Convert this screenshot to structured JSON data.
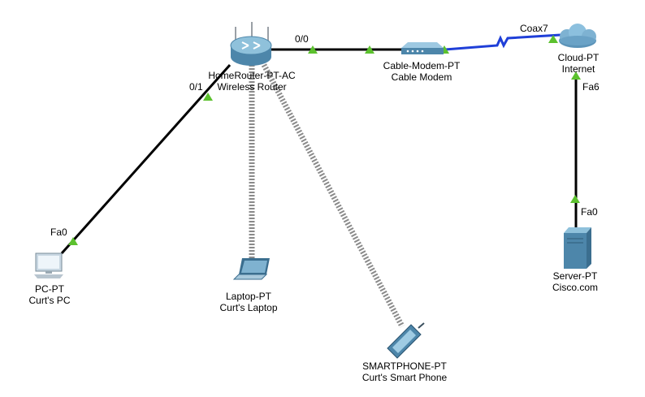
{
  "colors": {
    "copper": "#000000",
    "coax": "#1f3fd8",
    "wireless": "#8a8a8a",
    "port_up": "#5cc12e",
    "device_blue": "#4e86a8",
    "background": "#ffffff"
  },
  "devices": {
    "router": {
      "model": "HomeRouter-PT-AC",
      "name": "Wireless Router",
      "icon": "router-icon"
    },
    "modem": {
      "model": "Cable-Modem-PT",
      "name": "Cable Modem",
      "icon": "cable-modem-icon"
    },
    "cloud": {
      "model": "Cloud-PT",
      "name": "Internet",
      "icon": "cloud-icon"
    },
    "pc": {
      "model": "PC-PT",
      "name": "Curt's PC",
      "icon": "pc-icon"
    },
    "laptop": {
      "model": "Laptop-PT",
      "name": "Curt's Laptop",
      "icon": "laptop-icon"
    },
    "phone": {
      "model": "SMARTPHONE-PT",
      "name": "Curt's Smart Phone",
      "icon": "smartphone-icon"
    },
    "server": {
      "model": "Server-PT",
      "name": "Cisco.com",
      "icon": "server-icon"
    }
  },
  "ports": {
    "router_wan": "0/0",
    "router_lan": "0/1",
    "pc": "Fa0",
    "cloud_coax": "Coax7",
    "cloud_fa": "Fa6",
    "server": "Fa0"
  },
  "links": [
    {
      "from": "router",
      "to": "modem",
      "type": "copper-straight"
    },
    {
      "from": "modem",
      "to": "cloud",
      "type": "coaxial"
    },
    {
      "from": "router",
      "to": "pc",
      "type": "copper-straight"
    },
    {
      "from": "cloud",
      "to": "server",
      "type": "copper-straight"
    },
    {
      "from": "router",
      "to": "laptop",
      "type": "wireless"
    },
    {
      "from": "router",
      "to": "phone",
      "type": "wireless"
    }
  ]
}
